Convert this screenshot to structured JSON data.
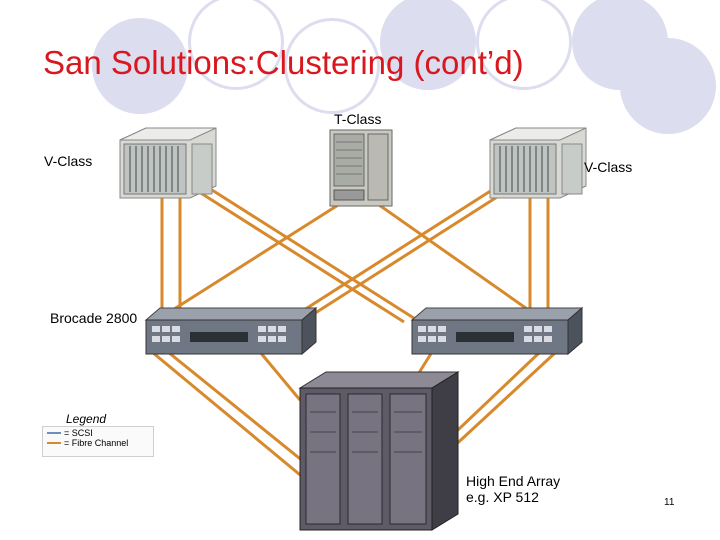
{
  "slide": {
    "title": "San Solutions:Clustering (cont’d)",
    "page_number": "11"
  },
  "nodes": {
    "t_class": "T-Class",
    "v_class_left": "V-Class",
    "v_class_right": "V-Class",
    "switch": "Brocade 2800",
    "array_line1": "High End Array",
    "array_line2": "e.g. XP 512"
  },
  "legend": {
    "title": "Legend",
    "items": [
      {
        "label": "= SCSI",
        "color": "#6d8fb8"
      },
      {
        "label": "= Fibre Channel",
        "color": "#d7892b"
      }
    ]
  },
  "colors": {
    "title": "#d9171e",
    "fibre_channel": "#d7892b",
    "decor_circles": "#ddddf0"
  }
}
